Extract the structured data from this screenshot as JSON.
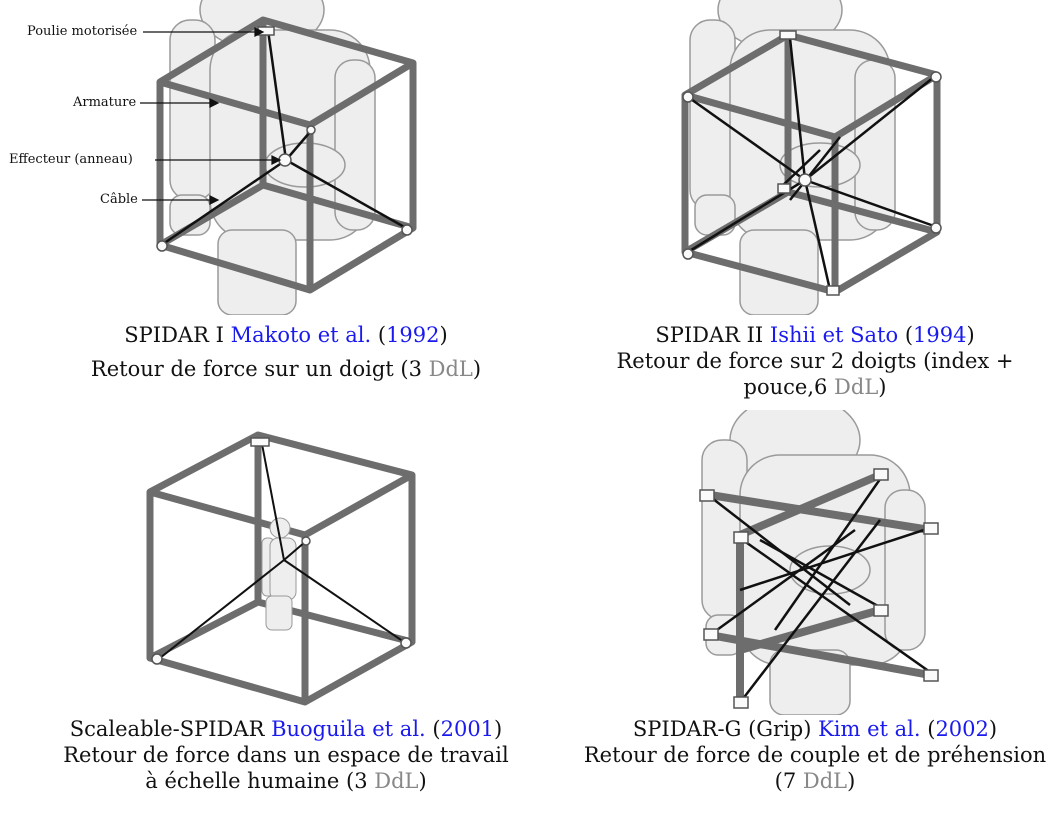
{
  "callouts": {
    "pulley": "Poulie motorisée",
    "frame": "Armature",
    "effector": "Effecteur (anneau)",
    "cable": "Câble"
  },
  "panels": [
    {
      "name": "SPIDAR I",
      "cite_author": "Makoto et al.",
      "cite_year": "1992",
      "desc": "Retour de force sur un doigt (3",
      "unit": "DdL"
    },
    {
      "name": "SPIDAR II",
      "cite_author": "Ishii et Sato",
      "cite_year": "1994",
      "desc_line1": "Retour de force sur 2 doigts (index +",
      "desc_line2": "pouce,6",
      "unit": "DdL"
    },
    {
      "name": "Scaleable-SPIDAR",
      "cite_author": "Buoguila et al.",
      "cite_year": "2001",
      "desc_line1": "Retour de force dans un espace de travail",
      "desc_line2": "à échelle humaine (3",
      "unit": "DdL"
    },
    {
      "name": "SPIDAR-G (Grip)",
      "cite_author": "Kim et al.",
      "cite_year": "2002",
      "desc_line1": "Retour de force de couple et de préhension",
      "desc_line2": "(7",
      "unit": "DdL"
    }
  ]
}
